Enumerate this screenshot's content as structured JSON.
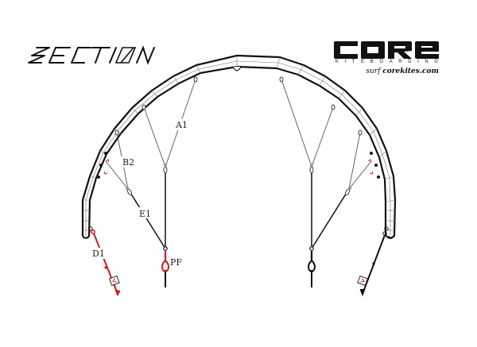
{
  "title": {
    "product_name": "SECTION"
  },
  "brand": {
    "name": "CORE",
    "tagline": "KITEBOARDING",
    "url_prefix": "surf ",
    "url": "corekites.com"
  },
  "diagram": {
    "type": "kite bridle / line attachment diagram",
    "labels": {
      "a1": "A1",
      "b2": "B2",
      "e1": "E1",
      "d1": "D1",
      "pf": "PF"
    },
    "colors": {
      "outline": "#111111",
      "thin_line": "#555555",
      "highlight": "#d0181c",
      "knot_gray": "#999999"
    }
  }
}
